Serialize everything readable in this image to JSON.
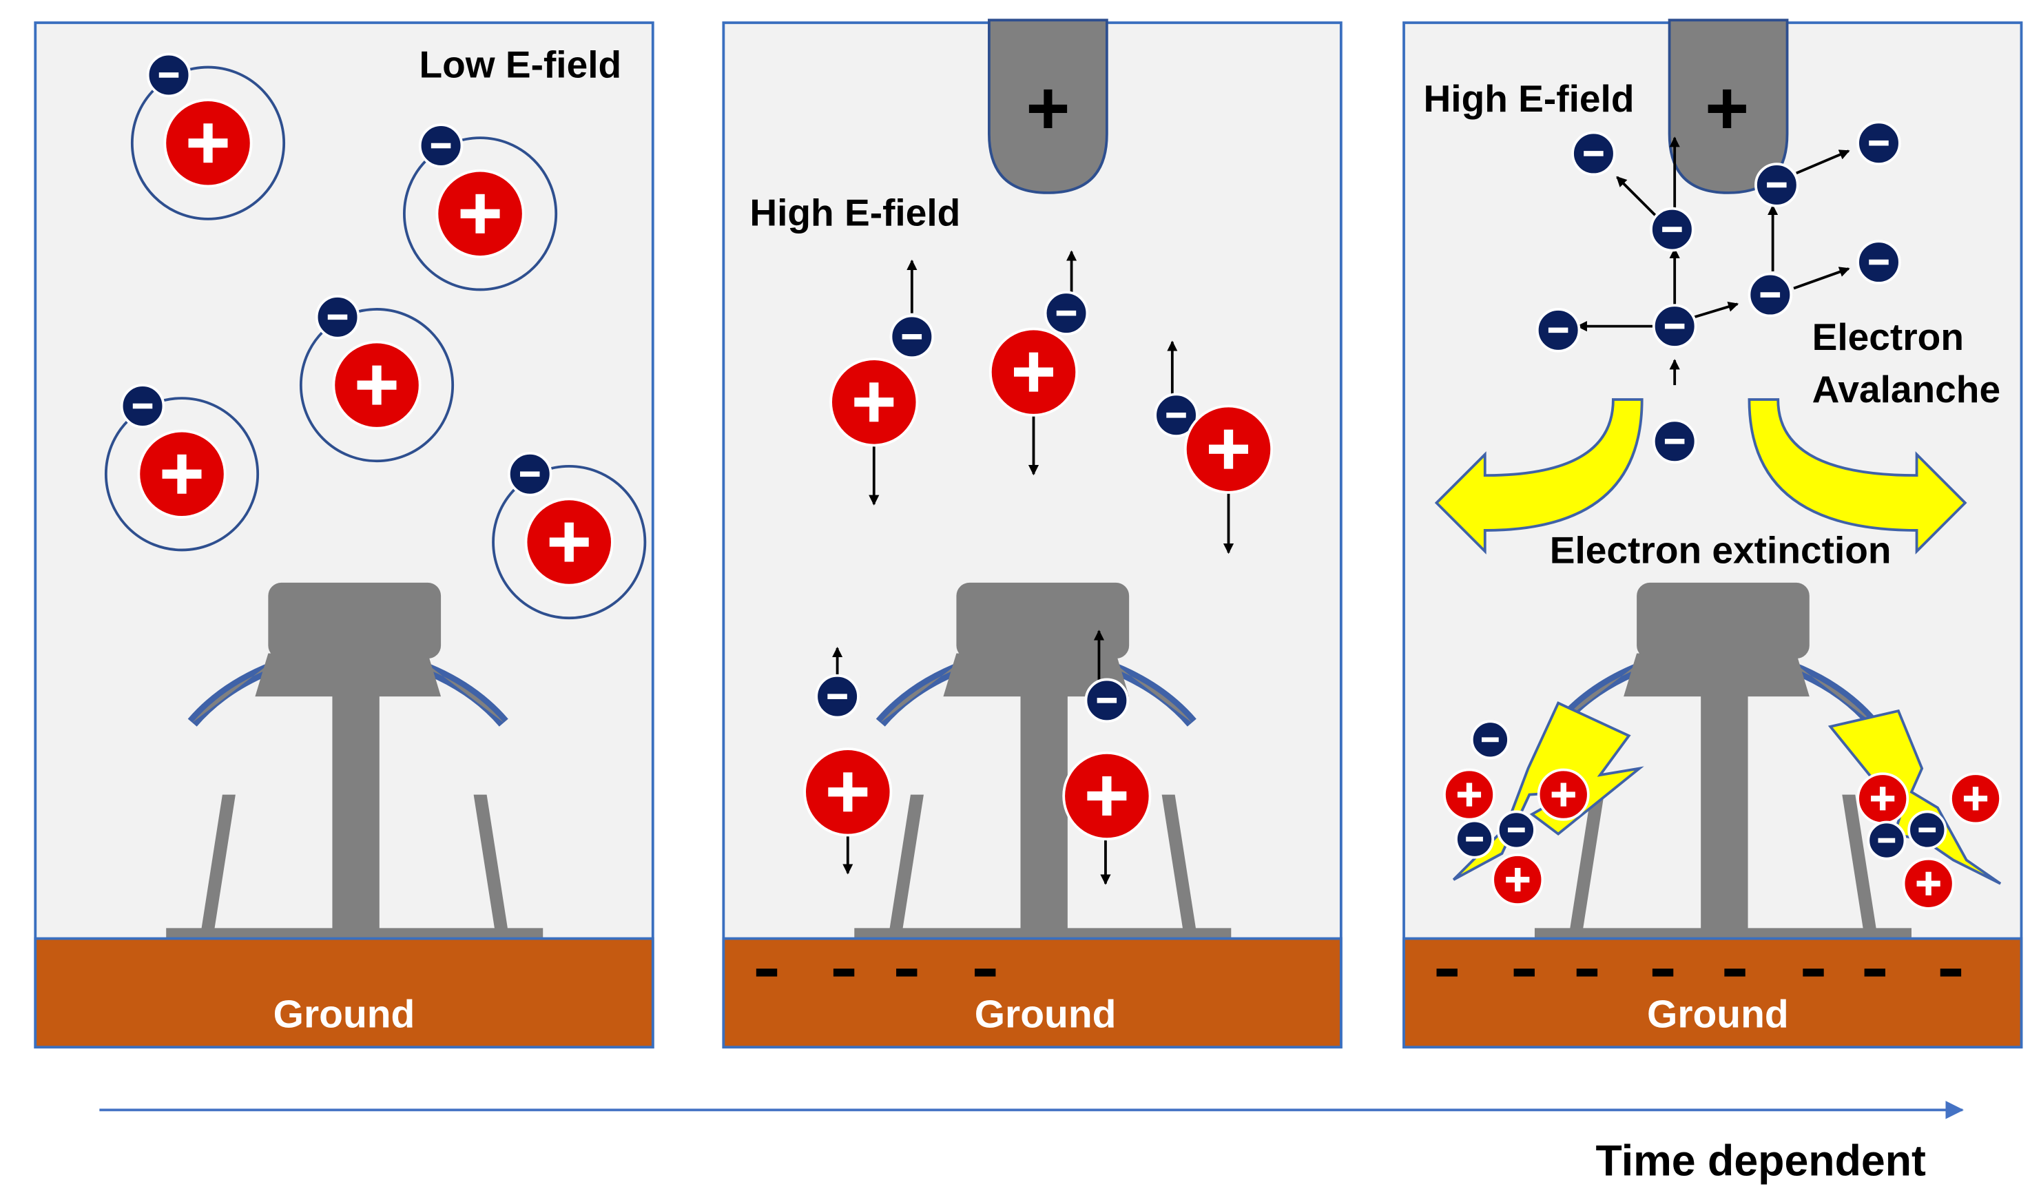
{
  "panels": [
    {
      "id": "low",
      "field_label": "Low E-field",
      "ground_label": "Ground"
    },
    {
      "id": "high",
      "field_label": "High E-field",
      "ground_label": "Ground",
      "electrode_sign": "+"
    },
    {
      "id": "avalanche",
      "field_label": "High E-field",
      "ground_label": "Ground",
      "electrode_sign": "+",
      "avalanche_label_1": "Electron",
      "avalanche_label_2": "Avalanche",
      "extinction_label": "Electron extinction"
    }
  ],
  "axis_label": "Time dependent",
  "symbols": {
    "plus": "+",
    "minus": "−"
  },
  "colors": {
    "panel_bg": "#f2f2f2",
    "panel_border": "#3a6fbf",
    "ground": "#c55a11",
    "ion": "#e00000",
    "electron": "#0a1f5c",
    "electrode": "#808080",
    "insulator_edge": "#3f62a8",
    "yellow": "#ffff00",
    "timeline": "#4472c4"
  }
}
